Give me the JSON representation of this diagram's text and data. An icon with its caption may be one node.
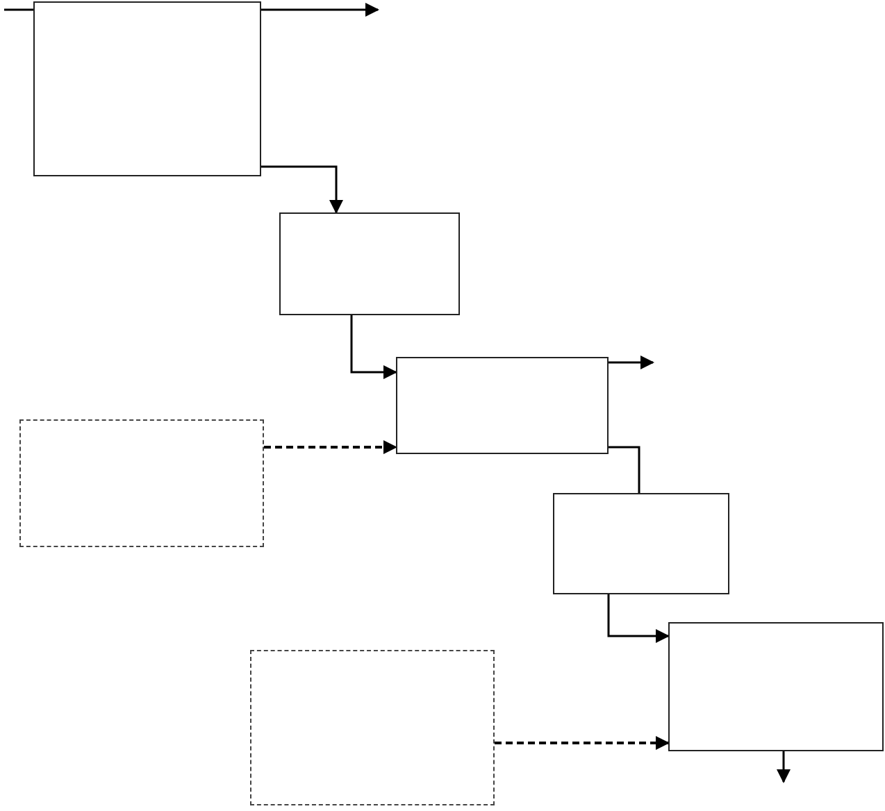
{
  "diagram": {
    "nodes": [
      {
        "text": [],
        "shape": "box"
      },
      {
        "text": [],
        "shape": "box"
      },
      {
        "text": [],
        "shape": "box"
      },
      {
        "text": [],
        "shape": "box"
      },
      {
        "text": [],
        "shape": "box"
      },
      {
        "text": [],
        "shape": "box"
      },
      {
        "text": [],
        "shape": "box"
      }
    ],
    "edges": [
      {
        "from": null,
        "to": 0,
        "arrow": "none"
      },
      {
        "from": 0,
        "to": null,
        "arrow": "to"
      },
      {
        "from": 0,
        "to": 1,
        "arrow": "to"
      },
      {
        "from": 1,
        "to": 2,
        "arrow": "to"
      },
      {
        "from": 2,
        "to": null,
        "arrow": "to"
      },
      {
        "from": 3,
        "to": 2,
        "arrow": "to",
        "style": "dashed"
      },
      {
        "from": 2,
        "to": 4,
        "arrow": "none"
      },
      {
        "from": 4,
        "to": 6,
        "arrow": "to"
      },
      {
        "from": 5,
        "to": 6,
        "arrow": "to",
        "style": "dashed"
      },
      {
        "from": 6,
        "to": null,
        "arrow": "to"
      }
    ]
  }
}
